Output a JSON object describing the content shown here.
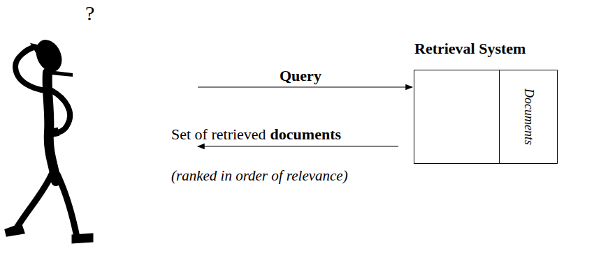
{
  "diagram": {
    "nodes": [
      {
        "text": [
          "Retrieval System"
        ]
      },
      {
        "text": [
          "Documents"
        ],
        "in": 0
      }
    ],
    "labels": [
      "?",
      "Query",
      "Set of retrieved",
      "documents",
      "(ranked in order of relevance)"
    ]
  }
}
